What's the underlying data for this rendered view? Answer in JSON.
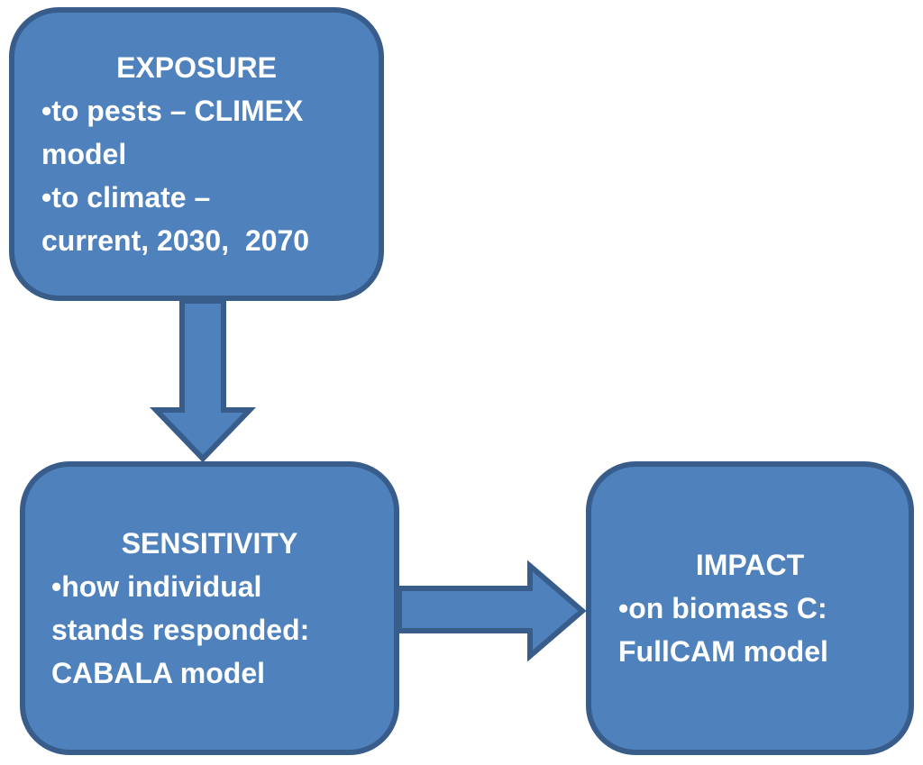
{
  "diagram": {
    "boxes": [
      {
        "id": "exposure",
        "title": "EXPOSURE",
        "lines": [
          "•to pests – CLIMEX",
          "model",
          "•to climate –",
          "current, 2030,  2070"
        ]
      },
      {
        "id": "sensitivity",
        "title": "SENSITIVITY",
        "lines": [
          "•how individual",
          "stands responded:",
          "CABALA model"
        ]
      },
      {
        "id": "impact",
        "title": "IMPACT",
        "lines": [
          "•on biomass C:",
          "FullCAM model"
        ]
      }
    ],
    "arrows": [
      {
        "name": "down-arrow",
        "from": "EXPOSURE",
        "to": "SENSITIVITY"
      },
      {
        "name": "right-arrow",
        "from": "SENSITIVITY",
        "to": "IMPACT"
      }
    ]
  },
  "colors": {
    "box_fill": "#4F81BD",
    "box_border": "#385D8A",
    "text": "#FFFFFF",
    "background": "#FFFFFF"
  }
}
